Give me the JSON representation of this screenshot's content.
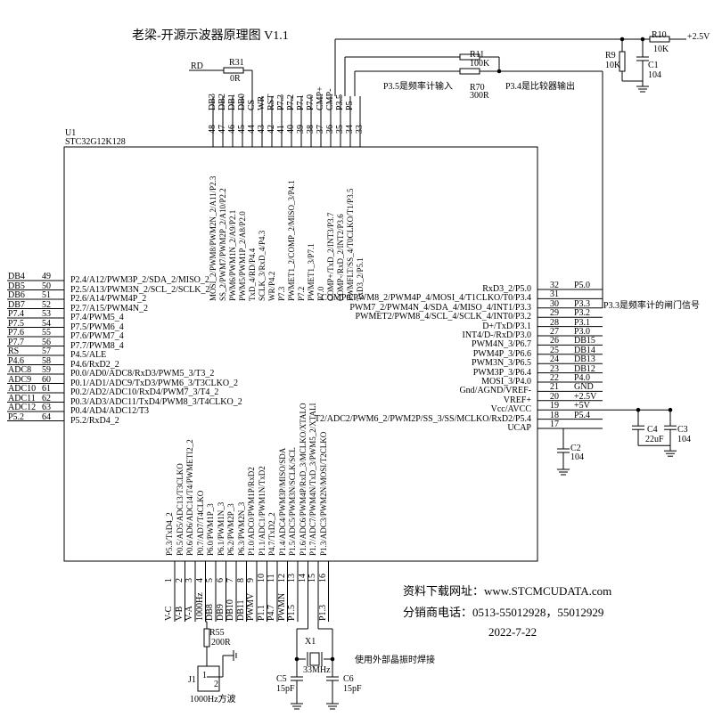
{
  "title": "老梁-开源示波器原理图 V1.1",
  "chip": {
    "ref": "U1",
    "part": "STC32G12K128"
  },
  "top_pins": [
    {
      "num": "48",
      "net": "DB3",
      "func": "MOSI_2/PWM8/PWM2N_2/A11/P2.3"
    },
    {
      "num": "47",
      "net": "DB2",
      "func": "SS_2/PWM7/PWM2P_2/A10/P2.2"
    },
    {
      "num": "46",
      "net": "DB1",
      "func": "PWM6/PWM1N_2/A9/P2.1"
    },
    {
      "num": "45",
      "net": "DB0",
      "func": "PWM5/PWM1P_2/A8/P2.0"
    },
    {
      "num": "44",
      "net": "CS",
      "func": "TxD_4/RD/P4.4"
    },
    {
      "num": "43",
      "net": "WR",
      "func": "SCLK_3/RxD_4/P4.3"
    },
    {
      "num": "42",
      "net": "RST",
      "func": "WR/P4.2"
    },
    {
      "num": "41",
      "net": "P7.3",
      "func": "P7.3"
    },
    {
      "num": "40",
      "net": "P7.2",
      "func": "PWMET1_2/COMP_2/MISO_3/P4.1"
    },
    {
      "num": "39",
      "net": "P7.1",
      "func": "P7.2"
    },
    {
      "num": "38",
      "net": "P7.0",
      "func": "PWMET1_3/P7.1"
    },
    {
      "num": "37",
      "net": "CMP+",
      "func": "P7.0"
    },
    {
      "num": "36",
      "net": "CMP-",
      "func": "COMP+/TxD_2/INT3/P3.7"
    },
    {
      "num": "35",
      "net": "P3.5",
      "func": "COMP-/RxD_2/INT2/P3.6"
    },
    {
      "num": "34",
      "net": "P5",
      "func": "PWMFLT/SS_4/T0CLKO/T1/P3.5"
    },
    {
      "num": "33",
      "net": "",
      "func": "TxD3_2/P5.1"
    }
  ],
  "left_pins": [
    {
      "net": "DB4",
      "num": "49",
      "func": "P2.4/A12/PWM3P_2/SDA_2/MISO_2"
    },
    {
      "net": "DB5",
      "num": "50",
      "func": "P2.5/A13/PWM3N_2/SCL_2/SCLK_2"
    },
    {
      "net": "DB6",
      "num": "51",
      "func": "P2.6/A14/PWM4P_2"
    },
    {
      "net": "DB7",
      "num": "52",
      "func": "P2.7/A15/PWM4N_2"
    },
    {
      "net": "P7.4",
      "num": "53",
      "func": "P7.4/PWM5_4"
    },
    {
      "net": "P7.5",
      "num": "54",
      "func": "P7.5/PWM6_4"
    },
    {
      "net": "P7.6",
      "num": "55",
      "func": "P7.6/PWM7_4"
    },
    {
      "net": "P7.7",
      "num": "56",
      "func": "P7.7/PWM8_4"
    },
    {
      "net": "RS",
      "num": "57",
      "func": "P4.5/ALE"
    },
    {
      "net": "P4.6",
      "num": "58",
      "func": "P4.6/RxD2_2"
    },
    {
      "net": "ADC8",
      "num": "59",
      "func": "P0.0/AD0/ADC8/RxD3/PWM5_3/T3_2"
    },
    {
      "net": "ADC9",
      "num": "60",
      "func": "P0.1/AD1/ADC9/TxD3/PWM6_3/T3CLKO_2"
    },
    {
      "net": "ADC10",
      "num": "61",
      "func": "P0.2/AD2/ADC10/RxD4/PWM7_3/T4_2"
    },
    {
      "net": "ADC11",
      "num": "62",
      "func": "P0.3/AD3/ADC11/TxD4/PWM8_3/T4CLKO_2"
    },
    {
      "net": "ADC12",
      "num": "63",
      "func": "P0.4/AD4/ADC12/T3"
    },
    {
      "net": "P5.2",
      "num": "64",
      "func": "P5.2/RxD4_2"
    }
  ],
  "right_pins": [
    {
      "func": "RxD3_2/P5.0",
      "num": "32",
      "net": "P5.0"
    },
    {
      "func": "COMP0/PWM8_2/PWM4P_4/MOSI_4/T1CLKO/T0/P3.4",
      "num": "31",
      "net": ""
    },
    {
      "func": "PWM7_2/PWM4N_4/SDA_4/MISO_4/INT1/P3.3",
      "num": "30",
      "net": "P3.3"
    },
    {
      "func": "PWMET2/PWM8_4/SCL_4/SCLK_4/INT0/P3.2",
      "num": "29",
      "net": "P3.2"
    },
    {
      "func": "D+/TxD/P3.1",
      "num": "28",
      "net": "P3.1"
    },
    {
      "func": "INT4/D-/RxD/P3.0",
      "num": "27",
      "net": "P3.0"
    },
    {
      "func": "PWM4N_3/P6.7",
      "num": "26",
      "net": "DB15"
    },
    {
      "func": "PWM4P_3/P6.6",
      "num": "25",
      "net": "DB14"
    },
    {
      "func": "PWM3N_3/P6.5",
      "num": "24",
      "net": "DB13"
    },
    {
      "func": "PWM3P_3/P6.4",
      "num": "23",
      "net": "DB12"
    },
    {
      "func": "MOSI_3/P4.0",
      "num": "22",
      "net": "P4.0"
    },
    {
      "func": "Gnd/AGND/VREF-",
      "num": "21",
      "net": "GND"
    },
    {
      "func": "VREF+",
      "num": "20",
      "net": "+2.5V"
    },
    {
      "func": "Vcc/AVCC",
      "num": "19",
      "net": "+5V"
    },
    {
      "func": "T2/ADC2/PWM6_2/PWM2P/SS_3/SS/MCLKO/RxD2/P5.4",
      "num": "18",
      "net": "P5.4"
    },
    {
      "func": "UCAP",
      "num": "17",
      "net": ""
    }
  ],
  "bottom_pins": [
    {
      "num": "1",
      "net": "V-C",
      "func": "P5.3/TxD4_2"
    },
    {
      "num": "2",
      "net": "V-B",
      "func": "P0.5/AD5/ADC13/T3CLKO"
    },
    {
      "num": "3",
      "net": "V-A",
      "func": "P0.6/AD6/ADC14/T4/PWMETI2_2"
    },
    {
      "num": "4",
      "net": "1000Hz",
      "func": "P0.7/AD7/T4CLKO"
    },
    {
      "num": "5",
      "net": "DB8",
      "func": "P6.0/PWM1P_3"
    },
    {
      "num": "6",
      "net": "DB9",
      "func": "P6.1/PWM1N_3"
    },
    {
      "num": "7",
      "net": "DB10",
      "func": "P6.2/PWM2P_3"
    },
    {
      "num": "8",
      "net": "DB11",
      "func": "P6.3/PWM2N_3"
    },
    {
      "num": "9",
      "net": "PWMV",
      "func": "P1.0/ADC0/PWM1P/RxD2"
    },
    {
      "num": "10",
      "net": "P1.1",
      "func": "P1.1/ADC1/PWM1N/TxD2"
    },
    {
      "num": "11",
      "net": "P4.7",
      "func": "P4.7/TxD2_2"
    },
    {
      "num": "12",
      "net": "PWMN",
      "func": "P1.4/ADC4/PWM3P/MISO/SDA"
    },
    {
      "num": "13",
      "net": "P1.5",
      "func": "P1.5/ADC5/PWM3N/SCLK/SCL"
    },
    {
      "num": "14",
      "net": "",
      "func": "P1.6/ADC6/PWM4P/RxD_3/MCLKO/XTALO"
    },
    {
      "num": "15",
      "net": "",
      "func": "P1.7/ADC7/PWM4N/TxD_3/PWM5_2/XTALI"
    },
    {
      "num": "16",
      "net": "P1.3",
      "func": "P1.3/ADC3/PWM2N/MOSI/T2CLKO"
    }
  ],
  "components": {
    "r31": {
      "ref": "R31",
      "val": "0R",
      "net": "RD"
    },
    "r11": {
      "ref": "R11",
      "val": "100K"
    },
    "r70": {
      "ref": "R70",
      "val": "300R"
    },
    "r9": {
      "ref": "R9",
      "val": "10K"
    },
    "r10": {
      "ref": "R10",
      "val": "10K"
    },
    "c1": {
      "ref": "C1",
      "val": "104"
    },
    "c2": {
      "ref": "C2",
      "val": "104"
    },
    "c3": {
      "ref": "C3",
      "val": "104"
    },
    "c4": {
      "ref": "C4",
      "val": "22uF"
    },
    "c5": {
      "ref": "C5",
      "val": "15pF"
    },
    "c6": {
      "ref": "C6",
      "val": "15pF"
    },
    "x1": {
      "ref": "X1",
      "val": "33MHz"
    },
    "r55": {
      "ref": "R55",
      "val": "200R"
    },
    "j1": {
      "ref": "J1",
      "pin1": "1",
      "pin2": "2",
      "label": "1000Hz方波"
    }
  },
  "supply": "+2.5V",
  "notes": {
    "p35": "P3.5是频率计输入",
    "p34": "P3.4是比较器输出",
    "p33": "P3.3是频率计的闸门信号",
    "xtal": "使用外部晶振时焊接"
  },
  "footer": {
    "line1": "资料下载网址：www.STCMCUDATA.com",
    "line2": "分销商电话：0513-55012928，55012929",
    "line3": "2022-7-22"
  }
}
